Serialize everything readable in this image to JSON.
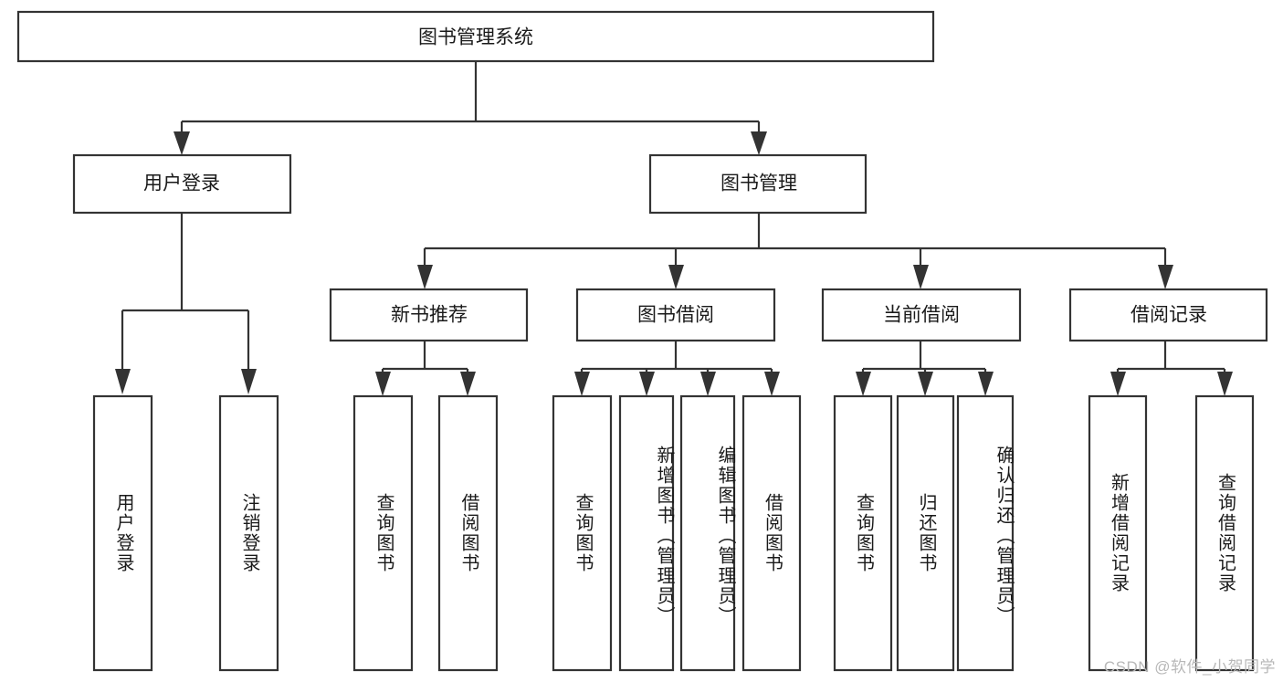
{
  "diagram": {
    "title_node": {
      "label": "图书管理系统"
    },
    "level2": [
      {
        "id": "user-login",
        "label": "用户登录"
      },
      {
        "id": "book-manage",
        "label": "图书管理"
      }
    ],
    "level3": [
      {
        "id": "new-book-recommend",
        "label": "新书推荐"
      },
      {
        "id": "book-borrow",
        "label": "图书借阅"
      },
      {
        "id": "current-borrow",
        "label": "当前借阅"
      },
      {
        "id": "borrow-record",
        "label": "借阅记录"
      }
    ],
    "leaves": [
      {
        "id": "leaf-user-login",
        "label": "用户登录",
        "parent": "user-login"
      },
      {
        "id": "leaf-logout-login",
        "label": "注销登录",
        "parent": "user-login"
      },
      {
        "id": "leaf-query-book-1",
        "label": "查询图书",
        "parent": "new-book-recommend"
      },
      {
        "id": "leaf-borrow-book-1",
        "label": "借阅图书",
        "parent": "new-book-recommend"
      },
      {
        "id": "leaf-query-book-2",
        "label": "查询图书",
        "parent": "book-borrow"
      },
      {
        "id": "leaf-add-book-admin",
        "label": "新增图书（管理员）",
        "parent": "book-borrow"
      },
      {
        "id": "leaf-edit-book-admin",
        "label": "编辑图书（管理员）",
        "parent": "book-borrow"
      },
      {
        "id": "leaf-borrow-book-2",
        "label": "借阅图书",
        "parent": "book-borrow"
      },
      {
        "id": "leaf-query-book-3",
        "label": "查询图书",
        "parent": "current-borrow"
      },
      {
        "id": "leaf-return-book",
        "label": "归还图书",
        "parent": "current-borrow"
      },
      {
        "id": "leaf-confirm-return-admin",
        "label": "确认归还（管理员）",
        "parent": "current-borrow"
      },
      {
        "id": "leaf-add-borrow-record",
        "label": "新增借阅记录",
        "parent": "borrow-record"
      },
      {
        "id": "leaf-query-borrow-record",
        "label": "查询借阅记录",
        "parent": "borrow-record"
      }
    ],
    "watermark": "CSDN @软件_小贺同学",
    "colors": {
      "stroke": "#333333",
      "fill": "#ffffff",
      "text": "#1a1a1a",
      "watermark": "#b8b8b8"
    }
  }
}
